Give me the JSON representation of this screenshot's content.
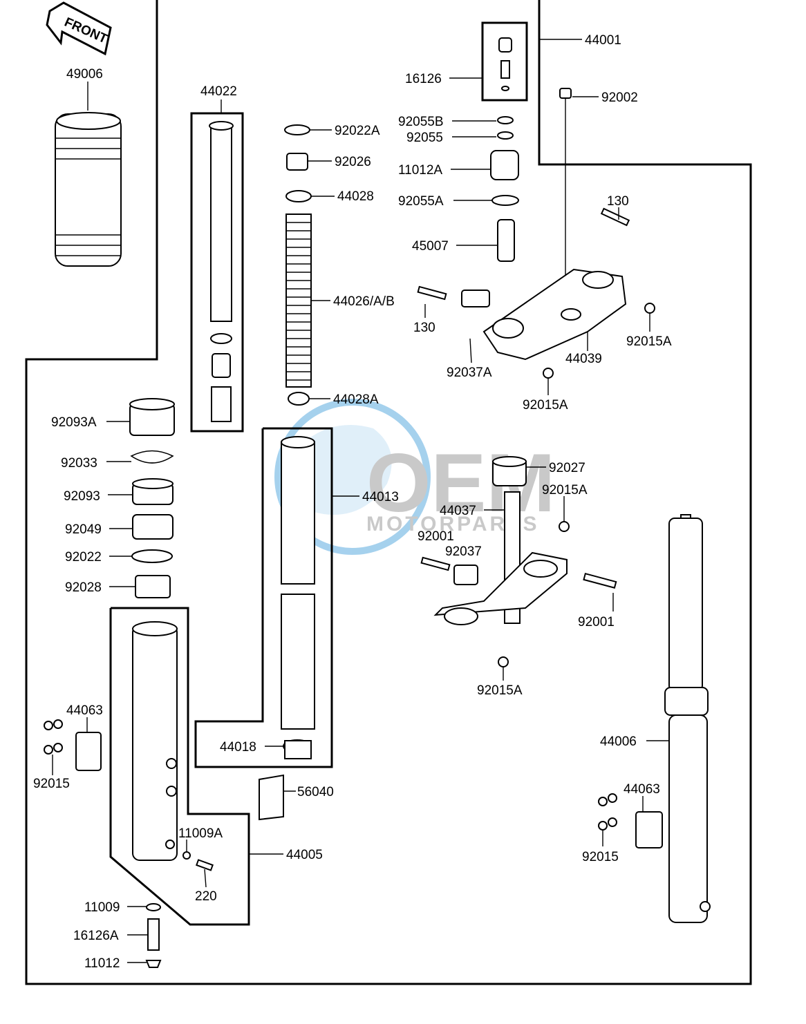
{
  "front_arrow": "FRONT",
  "watermark": {
    "logo_text": "OEM",
    "sub_text": "MOTORPARTS",
    "color_blue": "#3a9ad9",
    "color_gray": "#8a8a8a"
  },
  "labels": {
    "p49006": "49006",
    "p44022": "44022",
    "p92022A": "92022A",
    "p92026": "92026",
    "p44028": "44028",
    "p44026": "44026/A/B",
    "p44028A": "44028A",
    "p16126": "16126",
    "p44001": "44001",
    "p92002": "92002",
    "p92055B": "92055B",
    "p92055": "92055",
    "p11012A": "11012A",
    "p92055A": "92055A",
    "p45007": "45007",
    "p130a": "130",
    "p130b": "130",
    "p92015A_a": "92015A",
    "p44039": "44039",
    "p92037A": "92037A",
    "p92015A_b": "92015A",
    "p92093A": "92093A",
    "p92033": "92033",
    "p92093": "92093",
    "p92049": "92049",
    "p92022": "92022",
    "p92028": "92028",
    "p44013": "44013",
    "p92027": "92027",
    "p92015A_c": "92015A",
    "p44037": "44037",
    "p92001a": "92001",
    "p92037": "92037",
    "p92001b": "92001",
    "p92015A_d": "92015A",
    "p44063a": "44063",
    "p92015a": "92015",
    "p44018": "44018",
    "p56040": "56040",
    "p44006": "44006",
    "p44063b": "44063",
    "p92015b": "92015",
    "p11009A": "11009A",
    "p44005": "44005",
    "p220": "220",
    "p11009": "11009",
    "p16126A": "16126A",
    "p11012": "11012"
  }
}
